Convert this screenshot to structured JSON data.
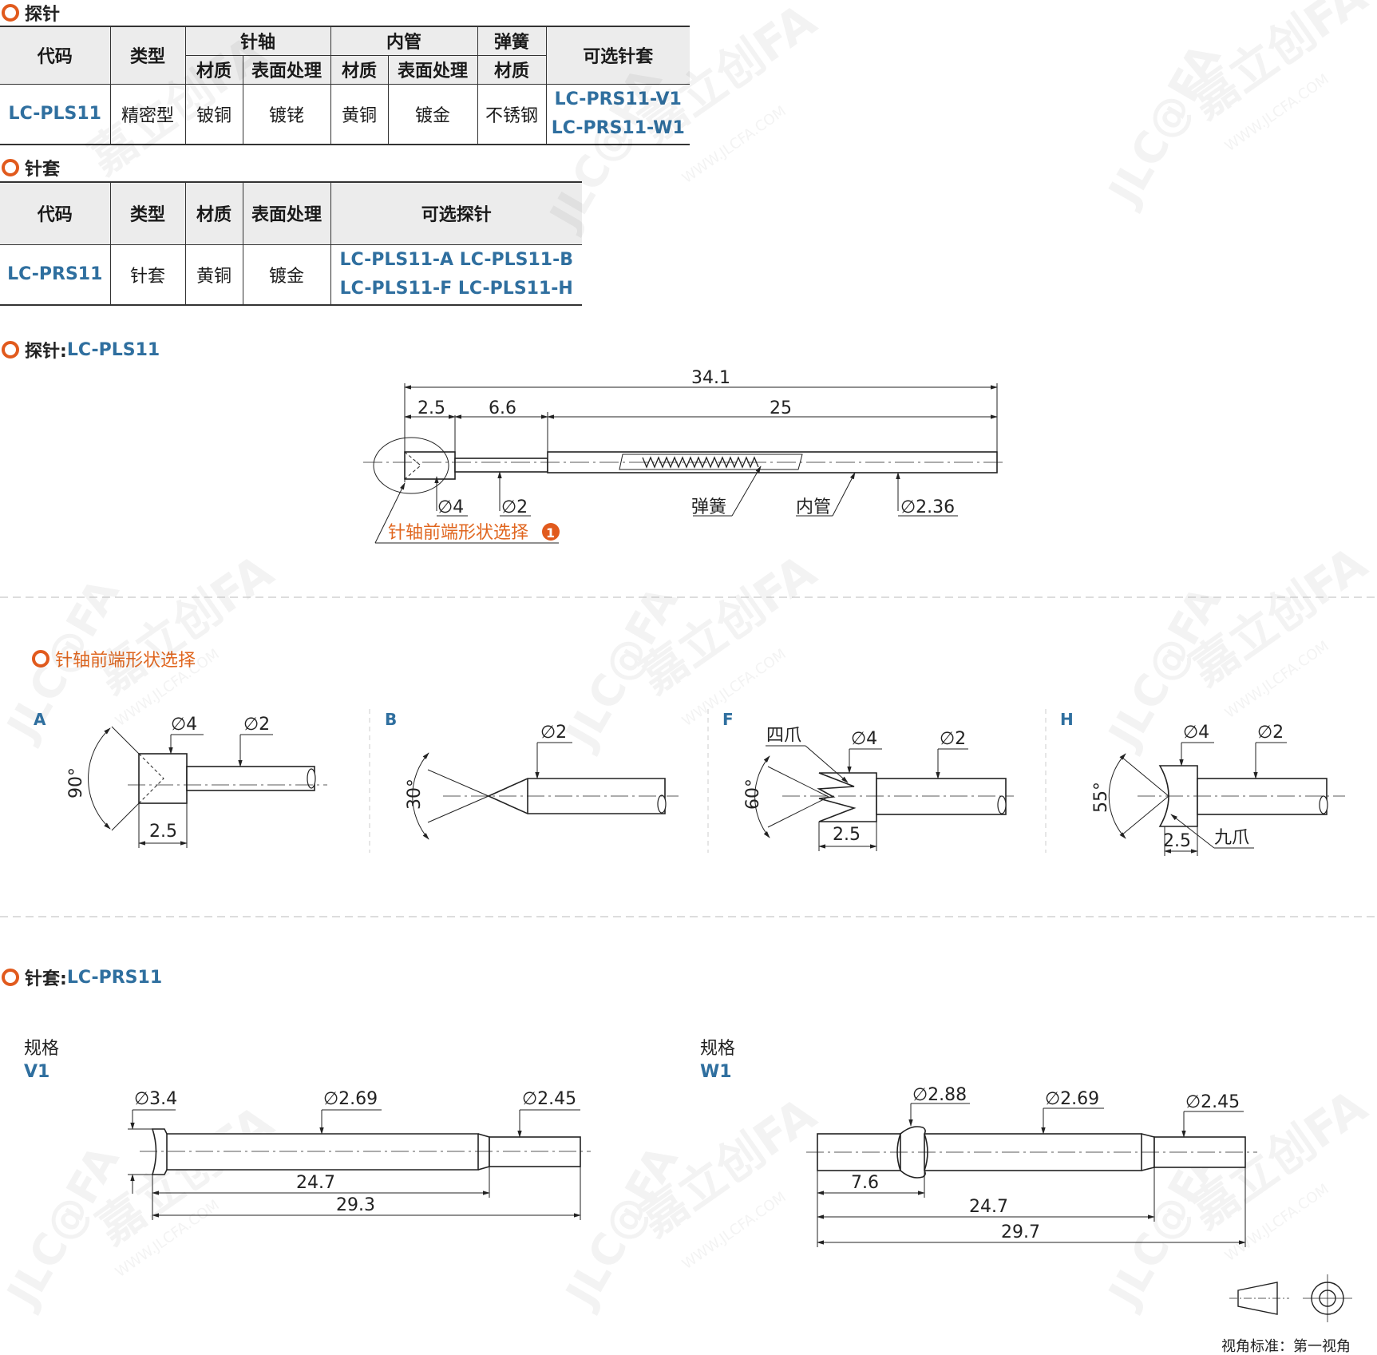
{
  "probe_table": {
    "section_title": "探针",
    "headers": {
      "code": "代码",
      "type": "类型",
      "shaft": "针轴",
      "tube": "内管",
      "spring": "弹簧",
      "sleeve": "可选针套",
      "material": "材质",
      "surface": "表面处理"
    },
    "row": {
      "code": "LC-PLS11",
      "type": "精密型",
      "shaft_material": "铍铜",
      "shaft_surface": "镀铑",
      "tube_material": "黄铜",
      "tube_surface": "镀金",
      "spring_material": "不锈钢",
      "sleeve_1": "LC-PRS11-V1",
      "sleeve_2": "LC-PRS11-W1"
    }
  },
  "sleeve_table": {
    "section_title": "针套",
    "headers": {
      "code": "代码",
      "type": "类型",
      "material": "材质",
      "surface": "表面处理",
      "probes": "可选探针"
    },
    "row": {
      "code": "LC-PRS11",
      "type": "针套",
      "material": "黄铜",
      "surface": "镀金",
      "probes_1": "LC-PLS11-A  LC-PLS11-B",
      "probes_2": "LC-PLS11-F  LC-PLS11-H"
    }
  },
  "probe_drawing": {
    "title_prefix": "探针:",
    "title_code": "LC-PLS11",
    "dims": {
      "total": "34.1",
      "head": "2.5",
      "neck": "6.6",
      "body": "25",
      "d_head": "∅4",
      "d_neck": "∅2",
      "d_body": "∅2.36"
    },
    "labels": {
      "spring": "弹簧",
      "tube": "内管",
      "tip_callout": "针轴前端形状选择",
      "callout_no": "1"
    }
  },
  "tip_shapes": {
    "title": "针轴前端形状选择",
    "items": [
      {
        "letter": "A",
        "angle": "90°",
        "d1": "∅4",
        "d2": "∅2",
        "len": "2.5",
        "note": ""
      },
      {
        "letter": "B",
        "angle": "30°",
        "d1": "",
        "d2": "∅2",
        "len": "",
        "note": ""
      },
      {
        "letter": "F",
        "angle": "60°",
        "d1": "∅4",
        "d2": "∅2",
        "len": "2.5",
        "note": "四爪"
      },
      {
        "letter": "H",
        "angle": "55°",
        "d1": "∅4",
        "d2": "∅2",
        "len": "2.5",
        "note": "九爪"
      }
    ]
  },
  "sleeve_drawing": {
    "title_prefix": "针套:",
    "title_code": "LC-PRS11",
    "spec_label": "规格",
    "v1": {
      "name": "V1",
      "d_flange": "∅3.4",
      "d_body": "∅2.69",
      "d_tail": "∅2.45",
      "len_body": "24.7",
      "len_total": "29.3"
    },
    "w1": {
      "name": "W1",
      "d_bulge": "∅2.88",
      "d_body": "∅2.69",
      "d_tail": "∅2.45",
      "len_bulge": "7.6",
      "len_body": "24.7",
      "len_total": "29.7"
    }
  },
  "watermark": {
    "brand": "嘉立创FA",
    "site": "WWW.JLCFA.COM",
    "logo": "JLC@FA"
  },
  "projection": {
    "label": "视角标准：第一视角"
  },
  "colors": {
    "accent": "#e15a1d",
    "code_blue": "#2f6f9f",
    "callout_orange": "#e0661f",
    "header_bg": "#ececec",
    "line": "#333333"
  }
}
